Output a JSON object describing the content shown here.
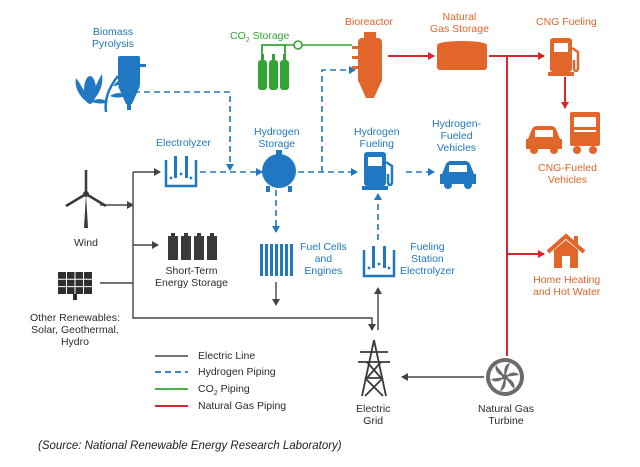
{
  "nodes": {
    "biomass": [
      "Biomass",
      "Pyrolysis"
    ],
    "co2_storage": "CO",
    "co2_storage_sub": "2",
    "co2_storage_rest": " Storage",
    "bioreactor": "Bioreactor",
    "natural_gas_storage": [
      "Natural",
      "Gas Storage"
    ],
    "cng_fueling": "CNG Fueling",
    "electrolyzer": "Electrolyzer",
    "hydrogen_storage": [
      "Hydrogen",
      "Storage"
    ],
    "hydrogen_fueling": [
      "Hydrogen",
      "Fueling"
    ],
    "hydrogen_vehicles": [
      "Hydrogen-",
      "Fueled",
      "Vehicles"
    ],
    "cng_vehicles": [
      "CNG-Fueled",
      "Vehicles"
    ],
    "wind": "Wind",
    "short_term_storage": [
      "Short-Term",
      "Energy Storage"
    ],
    "fuel_cells": [
      "Fuel Cells",
      "and",
      "Engines"
    ],
    "fueling_electrolyzer": [
      "Fueling",
      "Station",
      "Electrolyzer"
    ],
    "home_heating": [
      "Home Heating",
      "and Hot Water"
    ],
    "other_renewables": [
      "Other Renewables:",
      "Solar, Geothermal,",
      "Hydro"
    ],
    "electric_grid": [
      "Electric",
      "Grid"
    ],
    "gas_turbine": [
      "Natural Gas",
      "Turbine"
    ]
  },
  "legend": {
    "electric": "Electric Line",
    "hydrogen": "Hydrogen Piping",
    "co2_main": "CO",
    "co2_sub": "2",
    "co2_rest": " Piping",
    "gas": "Natural Gas Piping"
  },
  "colors": {
    "electric": "#444444",
    "hydrogen": "#1f78c1",
    "co2": "#33a532",
    "gas": "#d7262b",
    "orange": "#e2652a"
  },
  "source": "(Source: National Renewable Energy Research Laboratory)"
}
